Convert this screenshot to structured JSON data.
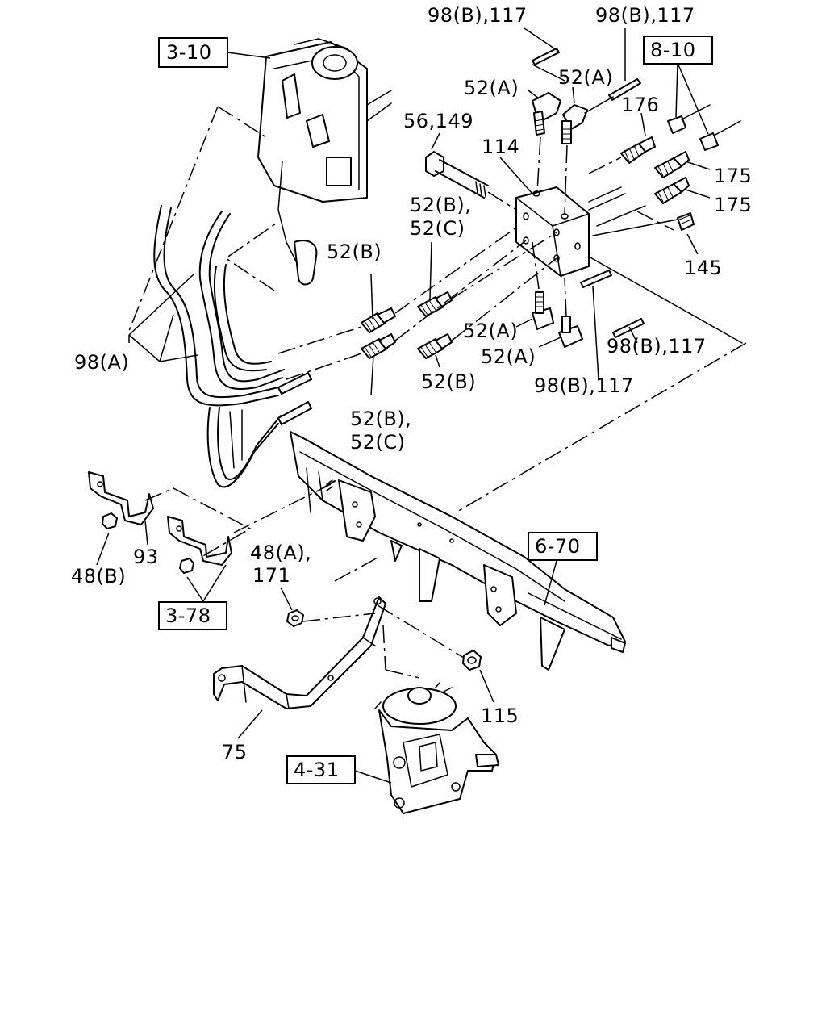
{
  "labels": {
    "ref_3_10": "3-10",
    "ref_8_10": "8-10",
    "ref_6_70": "6-70",
    "ref_3_78": "3-78",
    "ref_4_31": "4-31",
    "p98b_117_top_left": "98(B),117",
    "p98b_117_top_right": "98(B),117",
    "p52a_top_left": "52(A)",
    "p52a_top_right": "52(A)",
    "p176": "176",
    "p56_149": "56,149",
    "p114": "114",
    "p175_a": "175",
    "p175_b": "175",
    "p52bc_top_line1": "52(B),",
    "p52bc_top_line2": "52(C)",
    "p52b_upper": "52(B)",
    "p145": "145",
    "p98a": "98(A)",
    "p52a_lower_1": "52(A)",
    "p52a_lower_2": "52(A)",
    "p98b_117_mid": "98(B),117",
    "p52b_lower": "52(B)",
    "p98b_117_lower": "98(B),117",
    "p52bc_bottom_line1": "52(B),",
    "p52bc_bottom_line2": "52(C)",
    "p48a_171_line1": "48(A),",
    "p48a_171_line2": "171",
    "p48b": "48(B)",
    "p93": "93",
    "p115": "115",
    "p75": "75"
  }
}
